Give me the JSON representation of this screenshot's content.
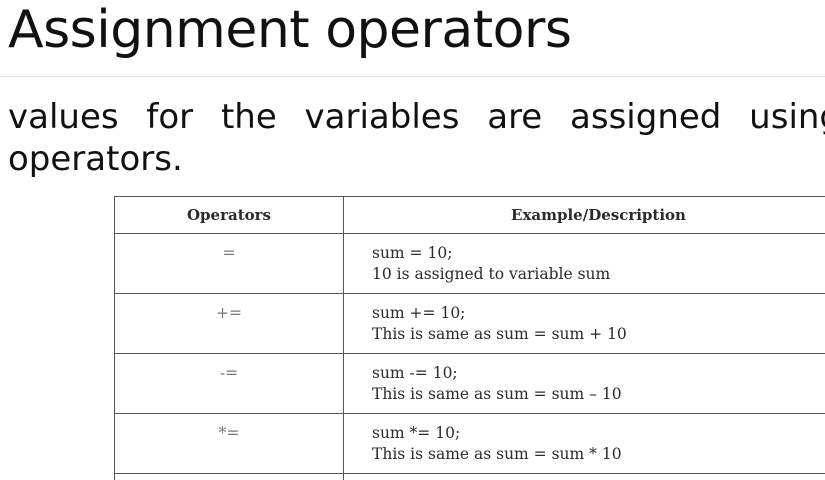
{
  "title": "Assignment operators",
  "body": {
    "line1": "values for the variables are assigned using assignment",
    "line2": "operators."
  },
  "table": {
    "headers": [
      "Operators",
      "Example/Description"
    ],
    "rows": [
      {
        "operator": "=",
        "example": "sum = 10;",
        "description": "10 is assigned to variable sum"
      },
      {
        "operator": "+=",
        "example": "sum += 10;",
        "description": "This is same as sum = sum + 10"
      },
      {
        "operator": "-=",
        "example": "sum -= 10;",
        "description": "This is same as sum = sum – 10"
      },
      {
        "operator": "*=",
        "example": "sum *= 10;",
        "description": "This is same as sum = sum * 10"
      }
    ]
  }
}
